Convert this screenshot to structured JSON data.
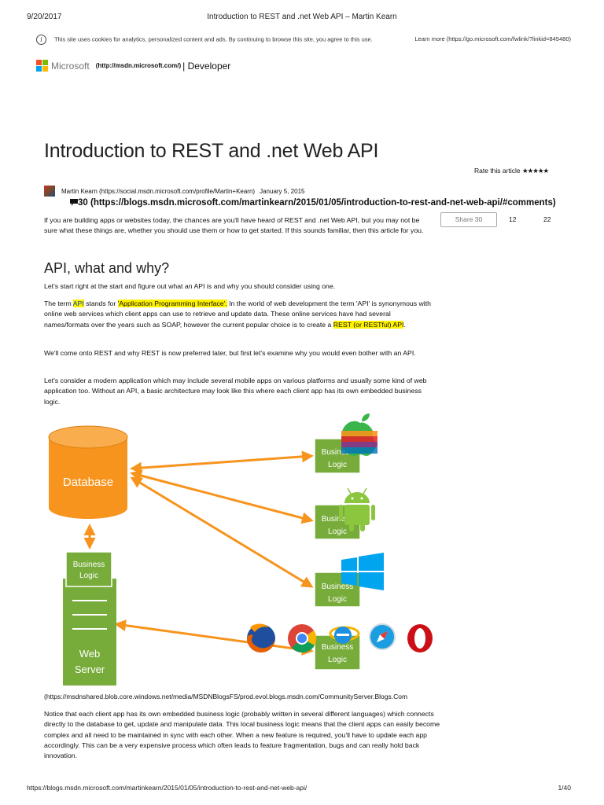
{
  "header": {
    "date": "9/20/2017",
    "title": "Introduction to REST and .net Web API – Martin Kearn"
  },
  "cookie_banner": {
    "text": "This site uses cookies for analytics, personalized content and ads. By continuing to browse this site, you agree to this use.",
    "learn_more": "Learn more (https://go.microsoft.com/fwlink/?linkid=845480)"
  },
  "brand": {
    "name": "Microsoft",
    "link": "(http://msdn.microsoft.com/)",
    "section": "| Developer",
    "colors": [
      "#f25022",
      "#7fba00",
      "#00a4ef",
      "#ffb900"
    ]
  },
  "article": {
    "title": "Introduction to REST and .net Web API",
    "rate_label": "Rate this article",
    "stars": "★★★★★",
    "author": "Martin Kearn (https://social.msdn.microsoft.com/profile/Martin+Kearn)",
    "date": "January 5, 2015",
    "comments": "30 (https://blogs.msdn.microsoft.com/martinkearn/2015/01/05/introduction-to-rest-and-net-web-api/#comments)",
    "share_label": "Share 30",
    "count_a": "12",
    "count_b": "22",
    "intro": "If you are building apps or websites today, the chances are you'll have heard of REST and .net Web API, but you may not be sure what these things are, whether you should use them or how to get started. If this sounds familiar, then this article for you.",
    "section_heading": "API, what and why?",
    "p1": "Let's start right at the start and figure out what an API is and why you should consider using one.",
    "p2_a": "The term ",
    "p2_api": "API",
    "p2_b": " stands for ",
    "p2_quote": "'Application Programming Interface'.",
    "p2_c": " In the world of web development the term 'API' is synonymous with online web services which client apps can use to retrieve and update data. These online services have had several names/formats over the years such as SOAP, however the current popular choice is to create a ",
    "p2_rest": "REST (or RESTful) API",
    "p2_d": ".",
    "p3": "We'll come onto REST and why REST is now preferred later, but first let's examine why you would even bother with an API.",
    "p4": "Let's consider a modern application which may include several mobile apps on various platforms and usually some kind of web application too. Without an API, a basic architecture may look like this where each client app has its own embedded business logic.",
    "image_link": "(https://msdnshared.blob.core.windows.net/media/MSDNBlogsFS/prod.evol.blogs.msdn.com/CommunityServer.Blogs.Com",
    "p5": "Notice that each client app has its own embedded business logic (probably written in several different languages) which connects directly to the database to get, update and manipulate data. This local business logic means that the client apps can easily become complex and all need to be maintained in sync with each other. When a new feature is required, you'll have to update each app accordingly. This can be a very expensive process which often leads to feature fragmentation, bugs and can really hold back innovation."
  },
  "diagram": {
    "database_label": "Database",
    "business_label_1": "Business",
    "business_label_2": "Logic",
    "web_label_1": "Web",
    "web_label_2": "Server",
    "colors": {
      "orange": "#f7941d",
      "green": "#77ab3a"
    }
  },
  "footer": {
    "url": "https://blogs.msdn.microsoft.com/martinkearn/2015/01/05/introduction-to-rest-and-net-web-api/",
    "page": "1/40"
  }
}
